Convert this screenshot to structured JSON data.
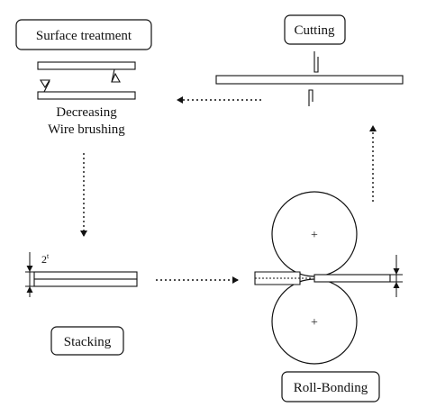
{
  "steps": {
    "surface_treatment": {
      "label": "Surface treatment",
      "caption_line1": "Decreasing",
      "caption_line2": "Wire brushing"
    },
    "cutting": {
      "label": "Cutting"
    },
    "stacking": {
      "label": "Stacking"
    },
    "roll_bonding": {
      "label": "Roll-Bonding"
    }
  },
  "dimension": {
    "base": "2",
    "superscript": "t"
  },
  "roll_marker": "+",
  "colors": {
    "stroke": "#111111",
    "background": "#ffffff"
  }
}
